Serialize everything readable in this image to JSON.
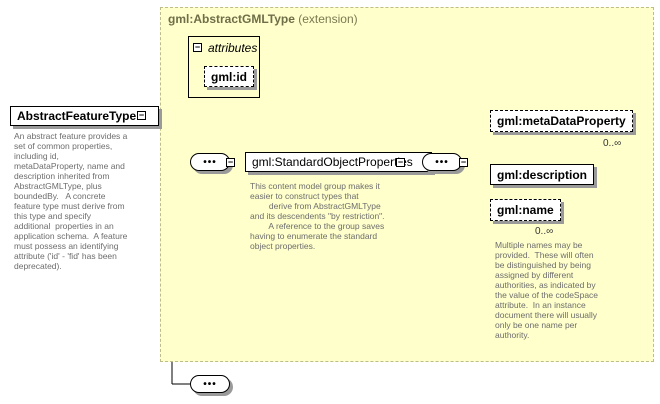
{
  "extension": {
    "name": "gml:AbstractGMLType",
    "suffix": "(extension)"
  },
  "attributes": {
    "label": "attributes",
    "id_attr": "gml:id"
  },
  "root": {
    "name": "AbstractFeatureType",
    "description": "An abstract feature provides a\nset of common properties,\nincluding id,\nmetaDataProperty, name and\ndescription inherited from\nAbstractGMLType, plus\nboundedBy.   A concrete\nfeature type must derive from\nthis type and specify\nadditional  properties in an\napplication schema.  A feature\nmust possess an identifying\nattribute ('id' - 'fid' has been\ndeprecated)."
  },
  "group": {
    "name": "gml:StandardObjectProperties",
    "description": "This content model group makes it\neasier to construct types that\n        derive from AbstractGMLType\nand its descendents \"by restriction\".\n        A reference to the group saves\nhaving to enumerate the standard\nobject properties."
  },
  "elements": {
    "meta": {
      "name": "gml:metaDataProperty",
      "multiplicity": "0..∞"
    },
    "description": {
      "name": "gml:description"
    },
    "name": {
      "name": "gml:name",
      "multiplicity": "0..∞",
      "note": "Multiple names may be\nprovided.  These will often\nbe distinguished by being\nassigned by different\nauthorities, as indicated by\nthe value of the codeSpace\nattribute.  In an instance\ndocument there will usually\nonly be one name per\nauthority."
    }
  },
  "sequence_symbol": "•••"
}
